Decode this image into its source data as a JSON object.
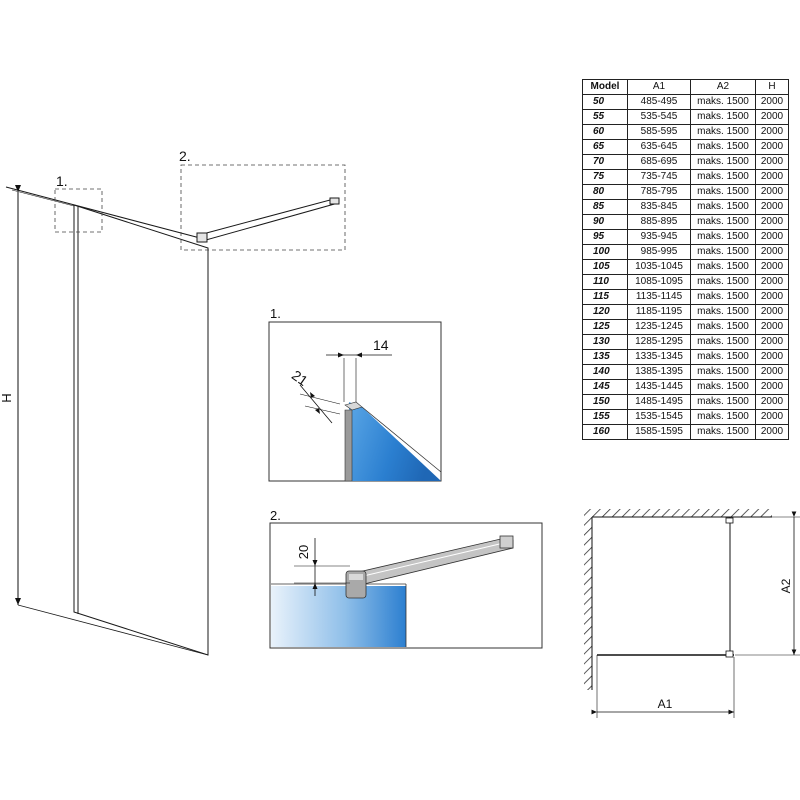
{
  "labels": {
    "main_height": "H",
    "detail1_marker": "1.",
    "detail2_marker": "2.",
    "detail1_title": "1.",
    "detail2_title": "2.",
    "dim_14": "14",
    "dim_21": "21",
    "dim_20": "20",
    "dim_a1": "A1",
    "dim_a2": "A2"
  },
  "table": {
    "headers": [
      "Model",
      "A1",
      "A2",
      "H"
    ],
    "rows": [
      [
        "50",
        "485-495",
        "maks. 1500",
        "2000"
      ],
      [
        "55",
        "535-545",
        "maks. 1500",
        "2000"
      ],
      [
        "60",
        "585-595",
        "maks. 1500",
        "2000"
      ],
      [
        "65",
        "635-645",
        "maks. 1500",
        "2000"
      ],
      [
        "70",
        "685-695",
        "maks. 1500",
        "2000"
      ],
      [
        "75",
        "735-745",
        "maks. 1500",
        "2000"
      ],
      [
        "80",
        "785-795",
        "maks. 1500",
        "2000"
      ],
      [
        "85",
        "835-845",
        "maks. 1500",
        "2000"
      ],
      [
        "90",
        "885-895",
        "maks. 1500",
        "2000"
      ],
      [
        "95",
        "935-945",
        "maks. 1500",
        "2000"
      ],
      [
        "100",
        "985-995",
        "maks. 1500",
        "2000"
      ],
      [
        "105",
        "1035-1045",
        "maks. 1500",
        "2000"
      ],
      [
        "110",
        "1085-1095",
        "maks. 1500",
        "2000"
      ],
      [
        "115",
        "1135-1145",
        "maks. 1500",
        "2000"
      ],
      [
        "120",
        "1185-1195",
        "maks. 1500",
        "2000"
      ],
      [
        "125",
        "1235-1245",
        "maks. 1500",
        "2000"
      ],
      [
        "130",
        "1285-1295",
        "maks. 1500",
        "2000"
      ],
      [
        "135",
        "1335-1345",
        "maks. 1500",
        "2000"
      ],
      [
        "140",
        "1385-1395",
        "maks. 1500",
        "2000"
      ],
      [
        "145",
        "1435-1445",
        "maks. 1500",
        "2000"
      ],
      [
        "150",
        "1485-1495",
        "maks. 1500",
        "2000"
      ],
      [
        "155",
        "1535-1545",
        "maks. 1500",
        "2000"
      ],
      [
        "160",
        "1585-1595",
        "maks. 1500",
        "2000"
      ]
    ]
  },
  "colors": {
    "line": "#1a1a1a",
    "glass_light": "#dbe9f7",
    "glass_dark": "#1f6fc0",
    "profile": "#b9b9b9",
    "hatch": "#333333"
  }
}
